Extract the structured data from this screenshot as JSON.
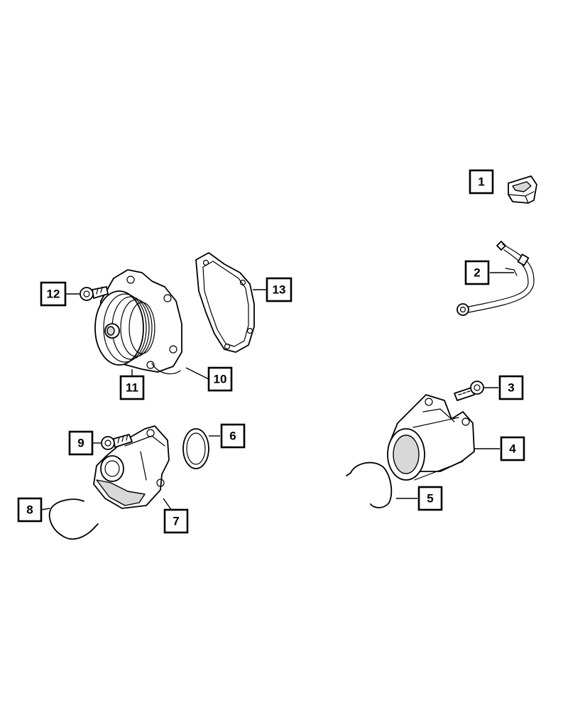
{
  "callouts": [
    {
      "id": "1",
      "label": "1"
    },
    {
      "id": "2",
      "label": "2"
    },
    {
      "id": "3",
      "label": "3"
    },
    {
      "id": "4",
      "label": "4"
    },
    {
      "id": "5",
      "label": "5"
    },
    {
      "id": "6",
      "label": "6"
    },
    {
      "id": "7",
      "label": "7"
    },
    {
      "id": "8",
      "label": "8"
    },
    {
      "id": "9",
      "label": "9"
    },
    {
      "id": "10",
      "label": "10"
    },
    {
      "id": "11",
      "label": "11"
    },
    {
      "id": "12",
      "label": "12"
    },
    {
      "id": "13",
      "label": "13"
    }
  ],
  "colors": {
    "line": "#000000",
    "background": "#ffffff",
    "shade": "#d8d8d8"
  }
}
